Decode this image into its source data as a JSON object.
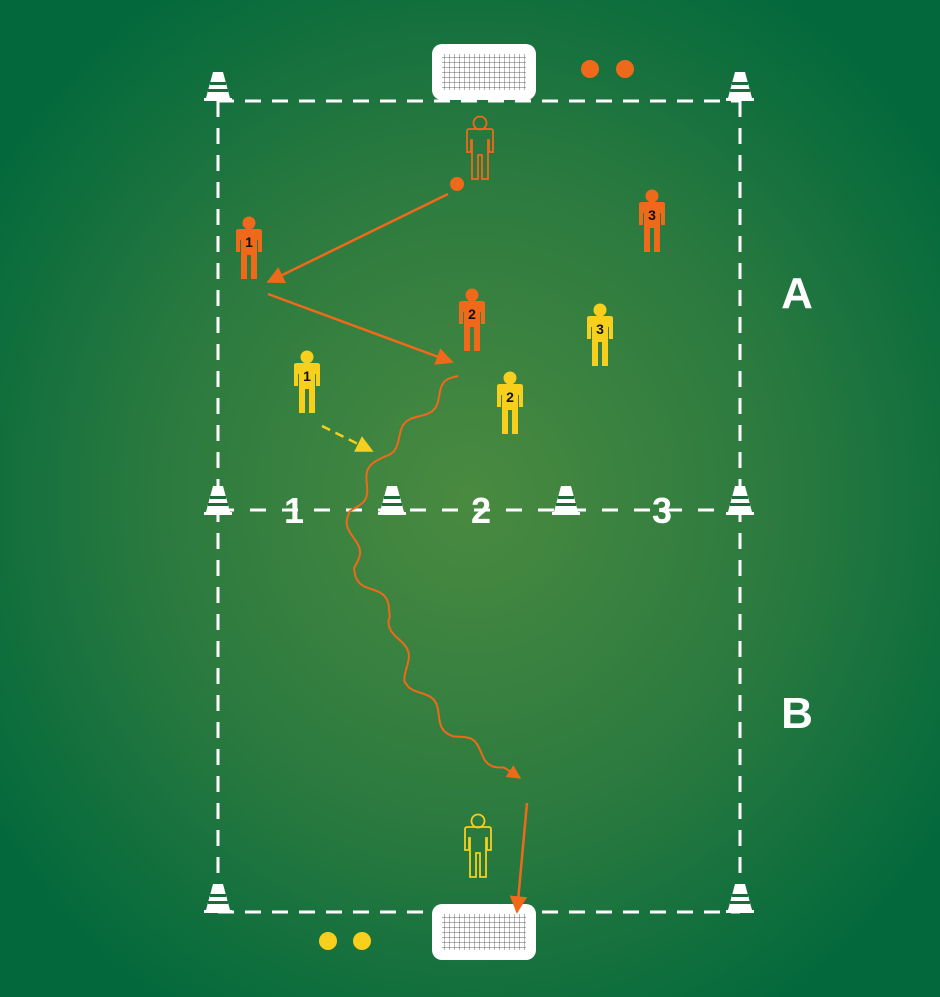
{
  "zones": {
    "a": "A",
    "b": "B"
  },
  "lanes": [
    "1",
    "2",
    "3"
  ],
  "players": [
    {
      "team": "orange",
      "number": "1"
    },
    {
      "team": "orange",
      "number": "2"
    },
    {
      "team": "orange",
      "number": "3"
    },
    {
      "team": "yellow",
      "number": "1"
    },
    {
      "team": "yellow",
      "number": "2"
    },
    {
      "team": "yellow",
      "number": "3"
    }
  ],
  "goalkeepers": [
    {
      "team": "orange",
      "end": "top"
    },
    {
      "team": "yellow",
      "end": "bottom"
    }
  ],
  "colors": {
    "pitch_center": "#4a8a40",
    "pitch_edge": "#03693c",
    "orange": "#ee6a1a",
    "yellow": "#f7cf1c",
    "lines": "#ffffff"
  }
}
